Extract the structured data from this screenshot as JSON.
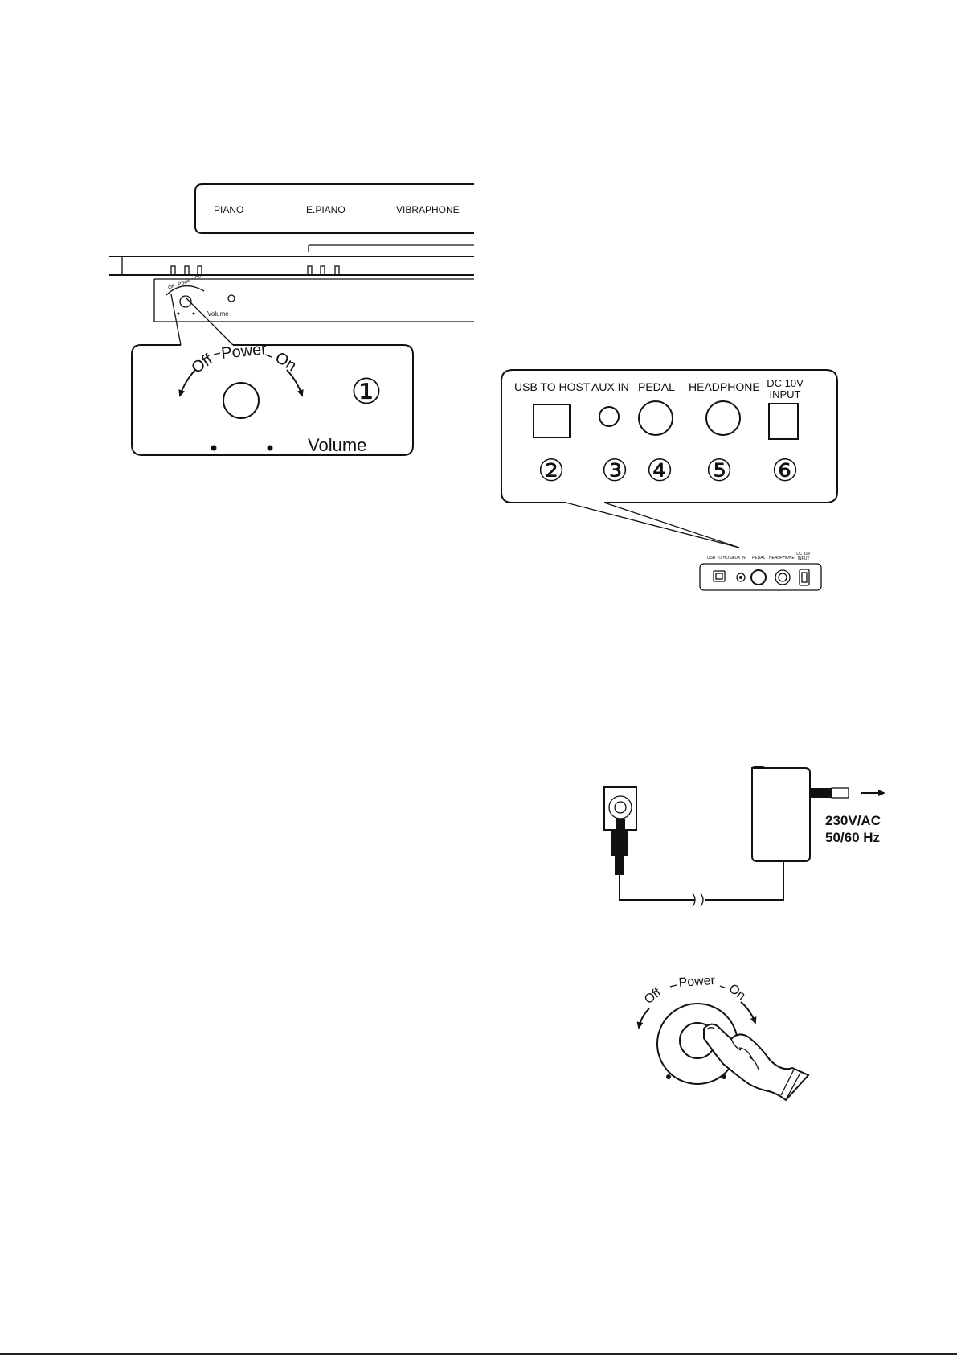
{
  "front_panel": {
    "voice_buttons": [
      "PIANO",
      "E.PIANO",
      "VIBRAPHONE"
    ],
    "small_knob_label": "Off - Power - On",
    "small_volume_label": "Volume",
    "zoom": {
      "off": "Off",
      "power": "Power",
      "on": "On",
      "volume": "Volume",
      "callout": "①"
    }
  },
  "rear_panel": {
    "jacks": [
      {
        "label": "USB TO HOST",
        "number": "②"
      },
      {
        "label": "AUX IN",
        "number": "③"
      },
      {
        "label": "PEDAL",
        "number": "④"
      },
      {
        "label": "HEADPHONE",
        "number": "⑤"
      },
      {
        "label_line1": "DC 10V",
        "label_line2": "INPUT",
        "number": "⑥"
      }
    ],
    "small": {
      "usb": "USB TO HOST",
      "aux": "AUX IN",
      "pedal": "PEDAL",
      "headphone": "HEADPHONE",
      "dc_line1": "DC 10V",
      "dc_line2": "INPUT"
    }
  },
  "power_adapter": {
    "voltage": "230V/AC",
    "frequency": "50/60 Hz"
  },
  "knob_hand": {
    "off": "Off",
    "power": "Power",
    "on": "On"
  }
}
